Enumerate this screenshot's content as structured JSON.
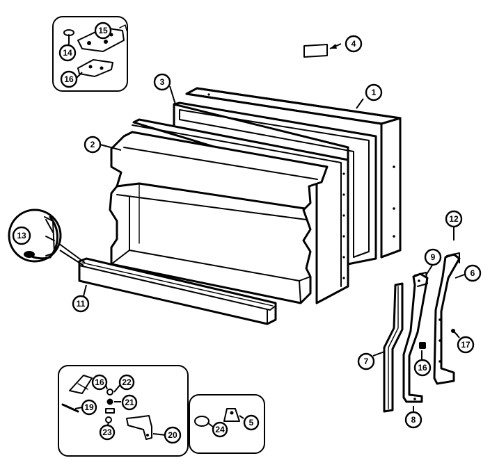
{
  "diagram": {
    "callouts": {
      "c1": "1",
      "c2": "2",
      "c3": "3",
      "c4": "4",
      "c5": "5",
      "c6": "6",
      "c7": "7",
      "c8": "8",
      "c9": "9",
      "c11": "11",
      "c12": "12",
      "c13": "13",
      "c14": "14",
      "c15": "15",
      "c16a": "16",
      "c16b": "16",
      "c16c": "16",
      "c17": "17",
      "c19": "19",
      "c20": "20",
      "c21": "21",
      "c22": "22",
      "c23": "23",
      "c24": "24"
    }
  }
}
